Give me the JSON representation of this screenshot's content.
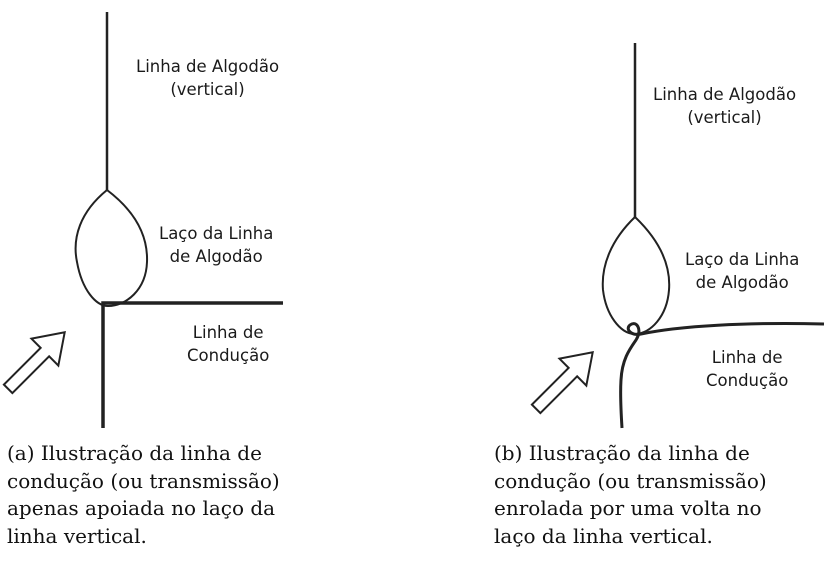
{
  "panel_a": {
    "labels": {
      "thread_name": "Linha de Algodão",
      "thread_orientation": "(vertical)",
      "loop_line1": "Laço da Linha",
      "loop_line2": "de Algodão",
      "conduction_line1": "Linha de",
      "conduction_line2": "Condução"
    },
    "caption": [
      "(a) Ilustração da linha de",
      "condução (ou transmissão)",
      "apenas apoiada no laço da",
      "linha vertical."
    ]
  },
  "panel_b": {
    "labels": {
      "thread_name": "Linha de Algodão",
      "thread_orientation": "(vertical)",
      "loop_line1": "Laço da Linha",
      "loop_line2": "de Algodão",
      "conduction_line1": "Linha de",
      "conduction_line2": "Condução"
    },
    "caption": [
      "(b) Ilustração da linha de",
      "condução (ou transmissão)",
      "enrolada por uma volta no",
      "laço da linha vertical."
    ]
  }
}
